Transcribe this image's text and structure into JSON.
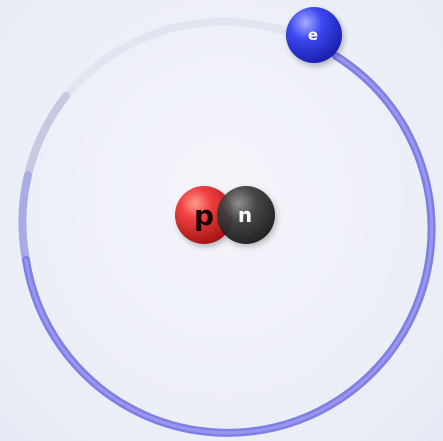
{
  "labels": {
    "proton": "p",
    "neutron": "n",
    "electron": "e"
  },
  "colors": {
    "orbit_trail": "#7f7ee6",
    "orbit_faded": "#dcdfee",
    "proton": "#e63030",
    "neutron": "#333333",
    "electron": "#2f3bea",
    "background": "#eef0f8"
  }
}
